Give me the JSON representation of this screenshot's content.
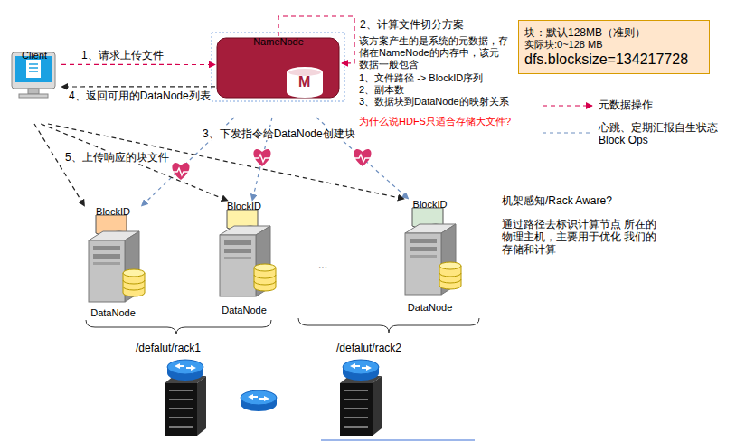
{
  "diagram": {
    "nodes": [
      {
        "text": [
          "Client"
        ]
      },
      {
        "text": [
          "NameNode"
        ]
      },
      {
        "text": [
          "块：默认128MB（准则）",
          "实际块:0~128 MB",
          "dfs.blocksize=134217728"
        ]
      },
      {
        "text": [
          "BlockID",
          "DataNode"
        ]
      },
      {
        "text": [
          "BlockID",
          "DataNode"
        ]
      },
      {
        "text": [
          "BlockID",
          "DataNode"
        ]
      }
    ],
    "edges": [
      {
        "from": 0,
        "to": 1,
        "label": "1、请求上传文件",
        "arrow": "to"
      },
      {
        "from": 1,
        "to": 0,
        "label": "4、返回可用的DataNode列表",
        "arrow": "to"
      },
      {
        "from": 1,
        "to": 1,
        "label": "2、计算文件切分方案",
        "arrow": "to"
      },
      {
        "from": 1,
        "to": 3,
        "label": "3、下发指令给DataNode创建块",
        "arrow": "to"
      },
      {
        "from": 1,
        "to": 4,
        "arrow": "to"
      },
      {
        "from": 1,
        "to": 5,
        "arrow": "to"
      },
      {
        "from": 0,
        "to": 3,
        "label": "5、上传响应的块文件",
        "arrow": "to"
      },
      {
        "from": 0,
        "to": 4,
        "arrow": "to"
      },
      {
        "from": 0,
        "to": 5,
        "arrow": "to"
      }
    ],
    "labels": [
      "该方案产生的是系统的元数据，存储在NameNode的内存中，该元数据一般包含",
      "1、文件路径 -> BlockID序列",
      "2、副本数",
      "3、数据块到DataNode的映射关系",
      "为什么说HDFS只适合存储大文件?",
      "M",
      "...",
      "/defalut/rack1",
      "/defalut/rack2",
      "机架感知/Rack Aware?",
      "通过路径去标识计算节点 所在的物理主机，主要用于优化 我们的存储和计算"
    ],
    "legend": [
      {
        "text": "元数据操作"
      },
      {
        "text": "心跳、定期汇报自生状态 Block Ops"
      }
    ]
  }
}
